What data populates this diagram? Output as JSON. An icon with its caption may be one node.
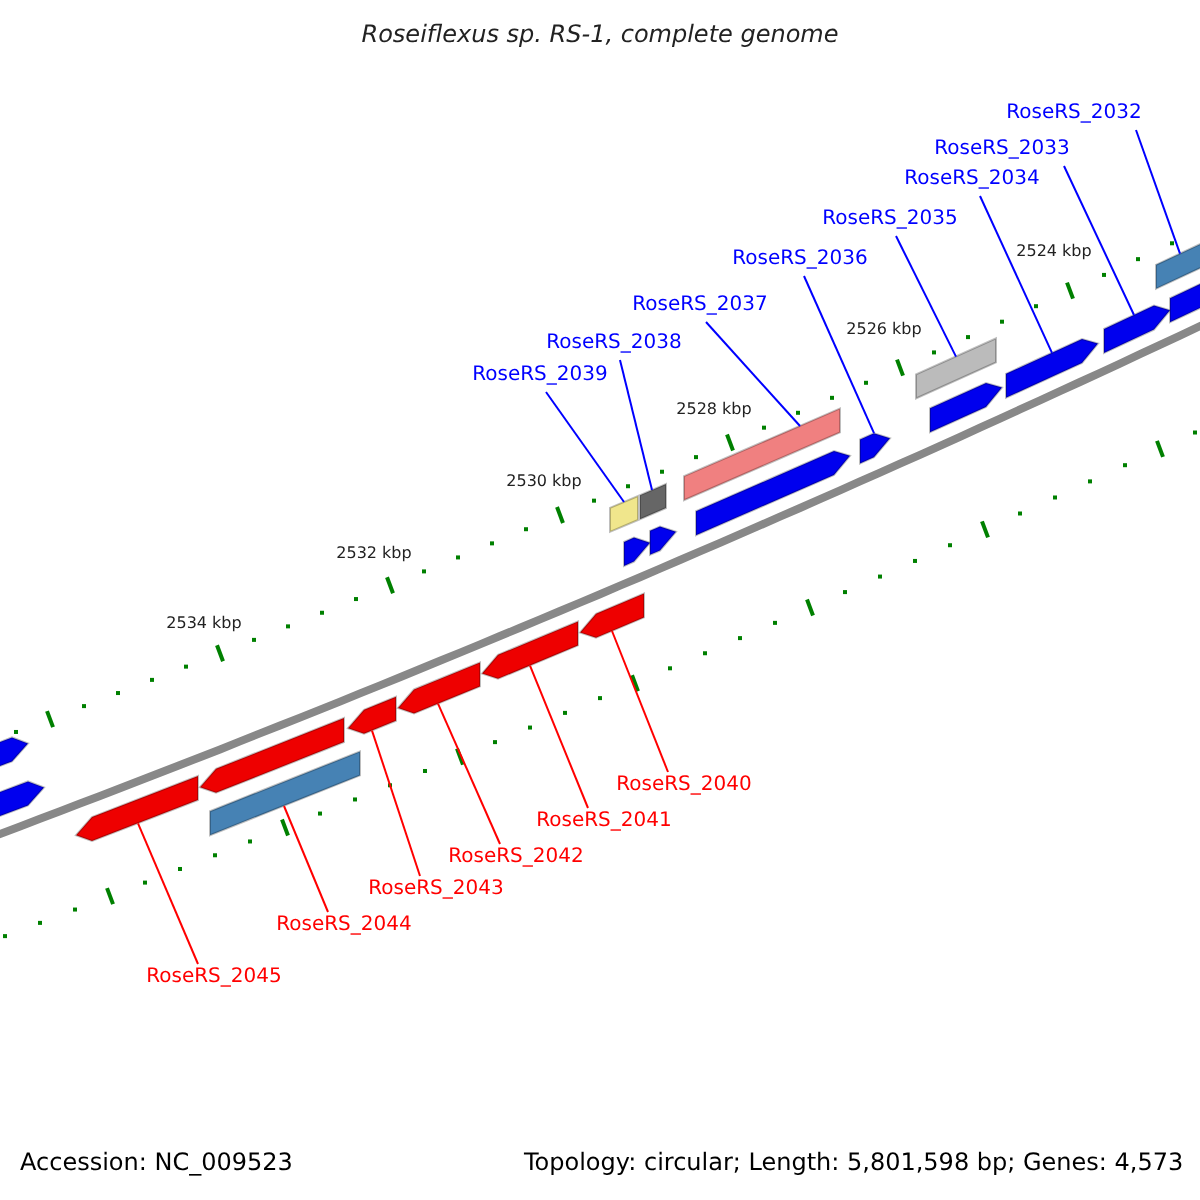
{
  "diagram": {
    "title": "Roseiflexus sp. RS-1, complete genome",
    "nodes": [
      {
        "text": [
          "RoseRS_2032"
        ]
      },
      {
        "text": [
          "RoseRS_2033"
        ]
      },
      {
        "text": [
          "RoseRS_2034"
        ]
      },
      {
        "text": [
          "RoseRS_2035"
        ]
      },
      {
        "text": [
          "RoseRS_2036"
        ]
      },
      {
        "text": [
          "RoseRS_2037"
        ]
      },
      {
        "text": [
          "RoseRS_2038"
        ]
      },
      {
        "text": [
          "RoseRS_2039"
        ]
      },
      {
        "text": [
          "RoseRS_2040"
        ]
      },
      {
        "text": [
          "RoseRS_2041"
        ]
      },
      {
        "text": [
          "RoseRS_2042"
        ]
      },
      {
        "text": [
          "RoseRS_2043"
        ]
      },
      {
        "text": [
          "RoseRS_2044"
        ]
      },
      {
        "text": [
          "RoseRS_2045"
        ]
      },
      {
        "text": [],
        "shape": "box"
      },
      {
        "text": [],
        "shape": "arrow"
      },
      {
        "text": [],
        "shape": "arrow"
      },
      {
        "text": [],
        "shape": "box"
      },
      {
        "text": [],
        "shape": "arrow"
      },
      {
        "text": [],
        "shape": "box"
      },
      {
        "text": [],
        "shape": "box"
      },
      {
        "text": [],
        "shape": "box"
      },
      {
        "text": [],
        "shape": "arrow"
      },
      {
        "text": [],
        "shape": "arrow"
      },
      {
        "text": [],
        "shape": "arrow"
      },
      {
        "text": [],
        "shape": "arrow"
      },
      {
        "text": [],
        "shape": "box"
      },
      {
        "text": [],
        "shape": "arrow"
      },
      {
        "text": [],
        "shape": "arrow"
      },
      {
        "text": [],
        "shape": "arrow"
      },
      {
        "text": [],
        "shape": "arrow"
      },
      {
        "text": [],
        "shape": "arrow"
      },
      {
        "text": [],
        "shape": "arrow"
      },
      {
        "text": [],
        "shape": "arrow"
      },
      {
        "text": [],
        "shape": "arrow"
      },
      {
        "text": [],
        "shape": "arrow"
      }
    ],
    "edges": [
      {
        "from": 0,
        "to": 14,
        "arrow": "none",
        "color": "#0000ff"
      },
      {
        "from": 1,
        "to": 15,
        "arrow": "none",
        "color": "#0000ff"
      },
      {
        "from": 2,
        "to": 16,
        "arrow": "none",
        "color": "#0000ff"
      },
      {
        "from": 3,
        "to": 17,
        "arrow": "none",
        "color": "#0000ff"
      },
      {
        "from": 4,
        "to": 18,
        "arrow": "none",
        "color": "#0000ff"
      },
      {
        "from": 5,
        "to": 19,
        "arrow": "none",
        "color": "#0000ff"
      },
      {
        "from": 6,
        "to": 20,
        "arrow": "none",
        "color": "#0000ff"
      },
      {
        "from": 7,
        "to": 21,
        "arrow": "none",
        "color": "#0000ff"
      },
      {
        "from": 8,
        "to": 22,
        "arrow": "none",
        "color": "#ff0000"
      },
      {
        "from": 9,
        "to": 23,
        "arrow": "none",
        "color": "#ff0000"
      },
      {
        "from": 10,
        "to": 24,
        "arrow": "none",
        "color": "#ff0000"
      },
      {
        "from": 11,
        "to": 25,
        "arrow": "none",
        "color": "#ff0000"
      },
      {
        "from": 12,
        "to": 26,
        "arrow": "none",
        "color": "#ff0000"
      },
      {
        "from": 13,
        "to": 27,
        "arrow": "none",
        "color": "#ff0000"
      }
    ],
    "labels": [
      "2524 kbp",
      "2526 kbp",
      "2528 kbp",
      "2530 kbp",
      "2532 kbp",
      "2534 kbp",
      "Accession: NC_009523",
      "Topology: circular; Length: 5,801,598 bp; Genes: 4,573"
    ]
  }
}
